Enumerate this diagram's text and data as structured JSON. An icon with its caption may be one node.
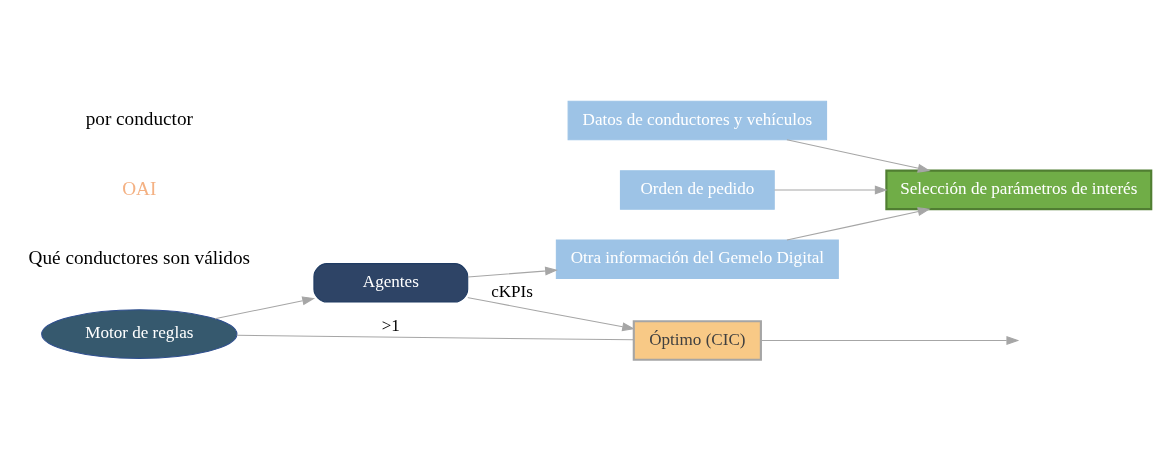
{
  "diagram": {
    "nodes": [
      {
        "text": [
          "Datos de conductores y vehículos"
        ]
      },
      {
        "text": [
          "Orden de pedido"
        ]
      },
      {
        "text": [
          "Otra información del Gemelo Digital"
        ]
      },
      {
        "text": [
          "Selección de parámetros de interés"
        ]
      },
      {
        "text": [
          "Motor de reglas"
        ]
      },
      {
        "text": [
          "Óptimo (CIC)"
        ]
      },
      {
        "text": [
          "Agentes"
        ]
      }
    ],
    "edges": [
      {
        "from": 0,
        "to": 3,
        "arrow": "to"
      },
      {
        "from": 1,
        "to": 3,
        "arrow": "to"
      },
      {
        "from": 2,
        "to": 3,
        "arrow": "to"
      },
      {
        "from": 4,
        "to": 5,
        "arrow": "none",
        "label": ">1"
      },
      {
        "from": 4,
        "to": 6,
        "arrow": "to"
      },
      {
        "from": 6,
        "to": 2,
        "arrow": "to"
      },
      {
        "from": 6,
        "to": 5,
        "arrow": "to",
        "label": "cKPIs"
      },
      {
        "from": 5,
        "to": null,
        "arrow": "to"
      }
    ],
    "labels": [
      "Qué conductores son válidos",
      "OAI",
      "por conductor"
    ]
  }
}
